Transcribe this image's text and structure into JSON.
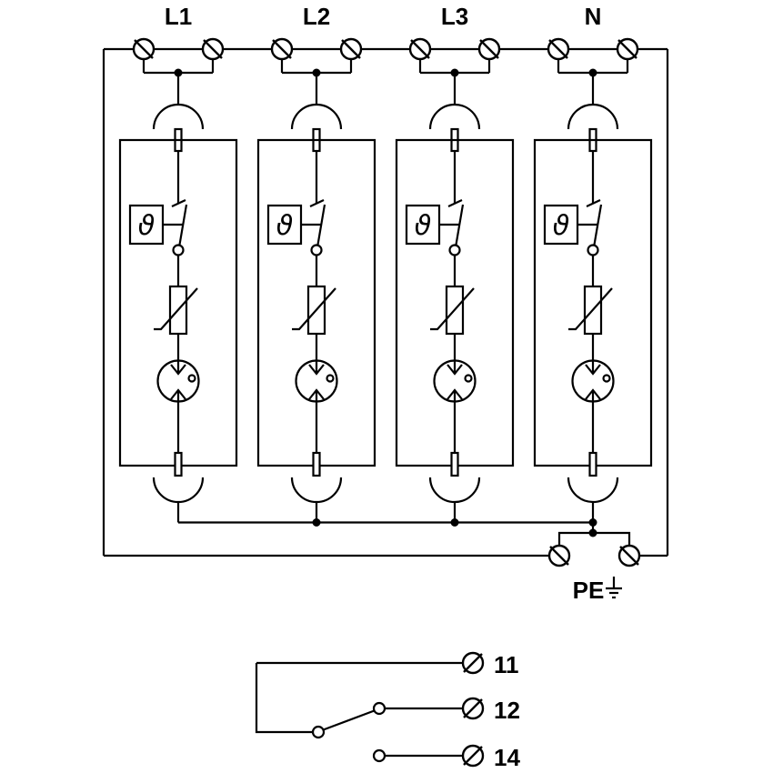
{
  "colors": {
    "line": "#000000",
    "background": "#ffffff"
  },
  "phases": [
    {
      "label": "L1"
    },
    {
      "label": "L2"
    },
    {
      "label": "L3"
    },
    {
      "label": "N"
    }
  ],
  "module": {
    "thermal_symbol": "ϑ",
    "component_icons": [
      "screw-terminal",
      "plug-socket",
      "thermal-disconnector",
      "disconnect-switch",
      "varistor",
      "spark-gap-indicator"
    ]
  },
  "earth": {
    "label": "PE"
  },
  "remote_contact": {
    "terminals": [
      {
        "label": "11"
      },
      {
        "label": "12"
      },
      {
        "label": "14"
      }
    ]
  }
}
